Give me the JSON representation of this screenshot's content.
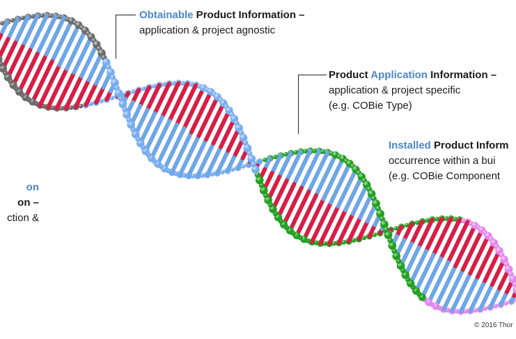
{
  "callouts": [
    {
      "id": "obtainable",
      "title_highlight": "Obtainable",
      "title_rest": " Product Information –",
      "lines": [
        "application & project agnostic"
      ]
    },
    {
      "id": "application",
      "title_prefix": "Product ",
      "title_highlight": "Application",
      "title_rest": " Information –",
      "lines": [
        "application & project specific",
        "(e.g. COBie Type)"
      ]
    },
    {
      "id": "installed",
      "title_highlight": "Installed",
      "title_rest": " Product Inform",
      "lines": [
        "occurrence within a bui",
        "(e.g. COBie Component"
      ]
    },
    {
      "id": "partial-left",
      "title_highlight": "on",
      "title_rest": "on –",
      "lines": [
        "ction &"
      ]
    }
  ],
  "copyright": "© 2016 Thor",
  "colors": {
    "highlight": "#4a86c8",
    "rung_red": "#d81e45",
    "rung_blue": "#6fa6e6",
    "strand_gray": "#6b6b6b",
    "strand_blue": "#78aef0",
    "strand_green": "#22a020",
    "strand_pink": "#e486ef"
  },
  "helix_segments": [
    {
      "name": "gray-segment",
      "strand_color": "strand_gray"
    },
    {
      "name": "blue-segment",
      "strand_color": "strand_blue"
    },
    {
      "name": "green-segment",
      "strand_color": "strand_green"
    },
    {
      "name": "pink-segment",
      "strand_color": "strand_pink"
    }
  ]
}
